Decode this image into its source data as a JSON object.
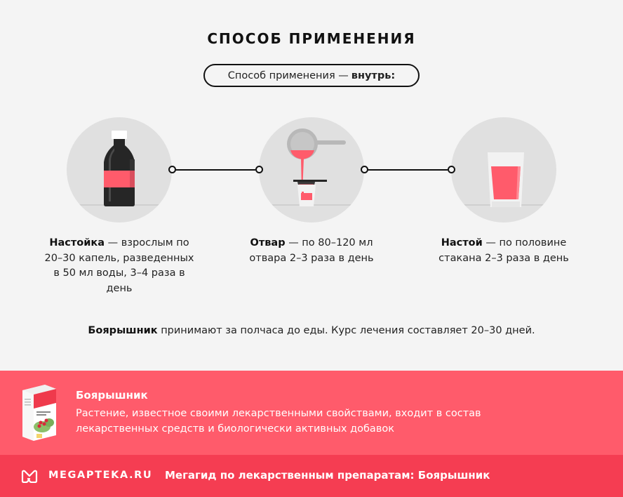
{
  "header": {
    "title": "СПОСОБ ПРИМЕНЕНИЯ",
    "route_prefix": "Способ применения —",
    "route_value": "внутрь:"
  },
  "methods": [
    {
      "name": "Настойка",
      "icon": "bottle-icon",
      "text": " — взрослым по 20–30 капель, разведенных в 50 мл воды, 3–4 раза в день"
    },
    {
      "name": "Отвар",
      "icon": "strainer-pouring-icon",
      "text": " — по 80–120 мл отвара 2–3 раза в день"
    },
    {
      "name": "Настой",
      "icon": "glass-icon",
      "text": " — по половине стакана 2–3 раза в день"
    }
  ],
  "note": {
    "bold": "Боярышник",
    "text": " принимают за полчаса до еды. Курс лечения составляет 20–30 дней."
  },
  "product": {
    "name": "Боярышник",
    "description": "Растение, известное своими лекарственными свойствами, входит в состав лекарственных средств и биологически активных добавок"
  },
  "footer": {
    "logo_text": "MEGAPTEKA.RU",
    "link_text": "Мегагид по лекарственным препаратам: Боярышник"
  },
  "colors": {
    "background": "#f4f4f4",
    "circle": "#e0e0e0",
    "accent_pink": "#ff5b6b",
    "footer_red": "#f53d52",
    "bottle_dark": "#262626",
    "liquid": "#ff5b6b"
  }
}
